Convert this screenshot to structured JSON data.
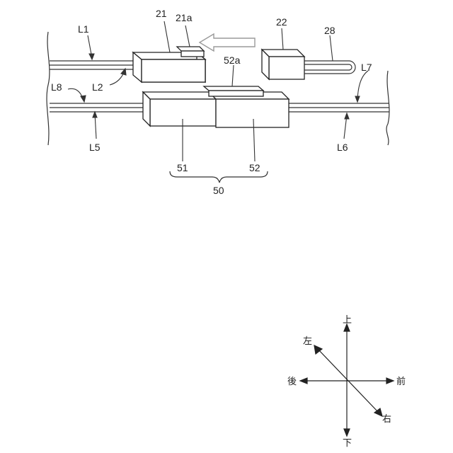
{
  "labels": {
    "L1": "L1",
    "L2": "L2",
    "L5": "L5",
    "L6": "L6",
    "L7": "L7",
    "L8": "L8",
    "n21": "21",
    "n21a": "21a",
    "n22": "22",
    "n28": "28",
    "n52a": "52a",
    "n51": "51",
    "n52": "52",
    "n50": "50"
  },
  "directions": {
    "up": "上",
    "down": "下",
    "front": "前",
    "back": "後",
    "left": "左",
    "right": "右"
  },
  "colors": {
    "ink": "#222222",
    "arrow_outline": "#9a9a9a"
  }
}
